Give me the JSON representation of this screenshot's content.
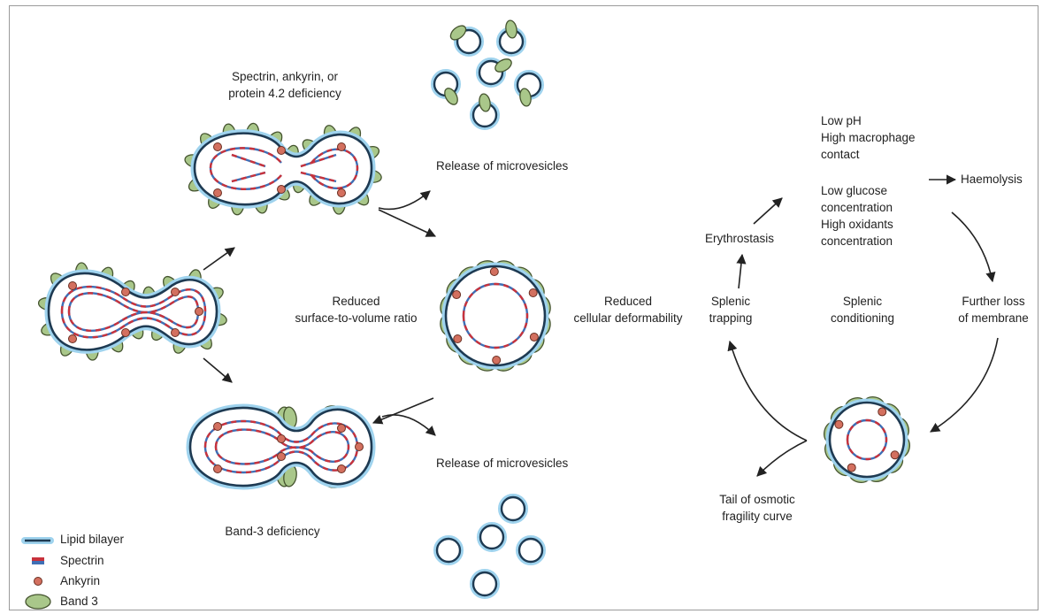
{
  "labels": {
    "spectrin_deficiency": [
      "Spectrin, ankyrin, or",
      "protein 4.2 deficiency"
    ],
    "band3_deficiency": "Band-3 deficiency",
    "release_top": "Release of microvesicles",
    "release_bottom": "Release of microvesicles",
    "reduced_sv": [
      "Reduced",
      "surface-to-volume ratio"
    ],
    "reduced_deform": [
      "Reduced",
      "cellular deformability"
    ],
    "splenic_trapping": [
      "Splenic",
      "trapping"
    ],
    "erythrostasis": "Erythrostasis",
    "splenic_conditioning": [
      "Splenic",
      "conditioning"
    ],
    "conditions_a": [
      "Low pH",
      "High macrophage",
      "contact"
    ],
    "conditions_b": [
      "Low glucose",
      "concentration",
      "High oxidants",
      "concentration"
    ],
    "haemolysis": "Haemolysis",
    "further_loss": [
      "Further loss",
      "of membrane"
    ],
    "tail_osmotic": [
      "Tail of osmotic",
      "fragility curve"
    ]
  },
  "legend": [
    {
      "label": "Lipid bilayer",
      "icon": "lipid-bilayer-icon"
    },
    {
      "label": "Spectrin",
      "icon": "spectrin-icon"
    },
    {
      "label": "Ankyrin",
      "icon": "ankyrin-icon"
    },
    {
      "label": "Band 3",
      "icon": "band3-icon"
    }
  ],
  "colors": {
    "membrane_outline": "#1e3a52",
    "membrane_glow": "#9fd3ee",
    "spectrin_red": "#c8323c",
    "spectrin_blue": "#3f6fb5",
    "ankyrin": "#d3705f",
    "band3_fill": "#a9c78a",
    "band3_stroke": "#45542f",
    "arrow": "#222222"
  }
}
